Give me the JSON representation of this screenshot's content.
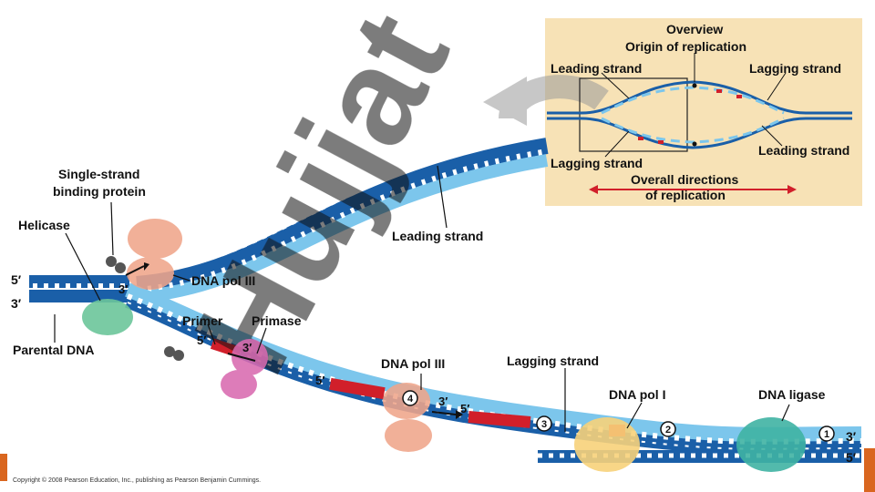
{
  "labels": {
    "single_strand_1": "Single-strand",
    "single_strand_2": "binding protein",
    "helicase": "Helicase",
    "five_prime_left": "5′",
    "three_prime_left": "3′",
    "parental_dna": "Parental DNA",
    "leading_strand": "Leading strand",
    "dna_pol_iii_top": "DNA pol III",
    "three_prime_top": "3′",
    "primer": "Primer",
    "primase": "Primase",
    "primer_5prime": "5′",
    "primer_3prime": "3′",
    "okazaki_5prime": "5′",
    "dna_pol_iii_bottom": "DNA pol III",
    "pol_3prime": "3′",
    "pol_5prime": "5′",
    "lagging_strand": "Lagging strand",
    "dna_pol_i": "DNA pol I",
    "dna_ligase": "DNA ligase",
    "three_prime_right": "3′",
    "five_prime_right": "5′",
    "step_1": "1",
    "step_2": "2",
    "step_3": "3",
    "step_4": "4"
  },
  "overview": {
    "title": "Overview",
    "origin": "Origin of replication",
    "leading_left": "Leading strand",
    "lagging_right": "Lagging strand",
    "lagging_left": "Lagging strand",
    "leading_right": "Leading strand",
    "directions_1": "Overall directions",
    "directions_2": "of replication"
  },
  "watermark": "Hujjat",
  "copyright": "Copyright © 2008 Pearson Education, Inc., publishing as Pearson Benjamin Cummings.",
  "colors": {
    "dark_strand": "#1a5fa8",
    "light_strand": "#7cc6ec",
    "primer_red": "#d11f2a",
    "pol_iii": "#f0a58a",
    "helicase": "#6cc59a",
    "primase": "#d96ab0",
    "pol_i": "#f7d27a",
    "ligase": "#3fb3a3",
    "overview_bg": "#f7e2b6",
    "accent_orange": "#d9661f"
  }
}
